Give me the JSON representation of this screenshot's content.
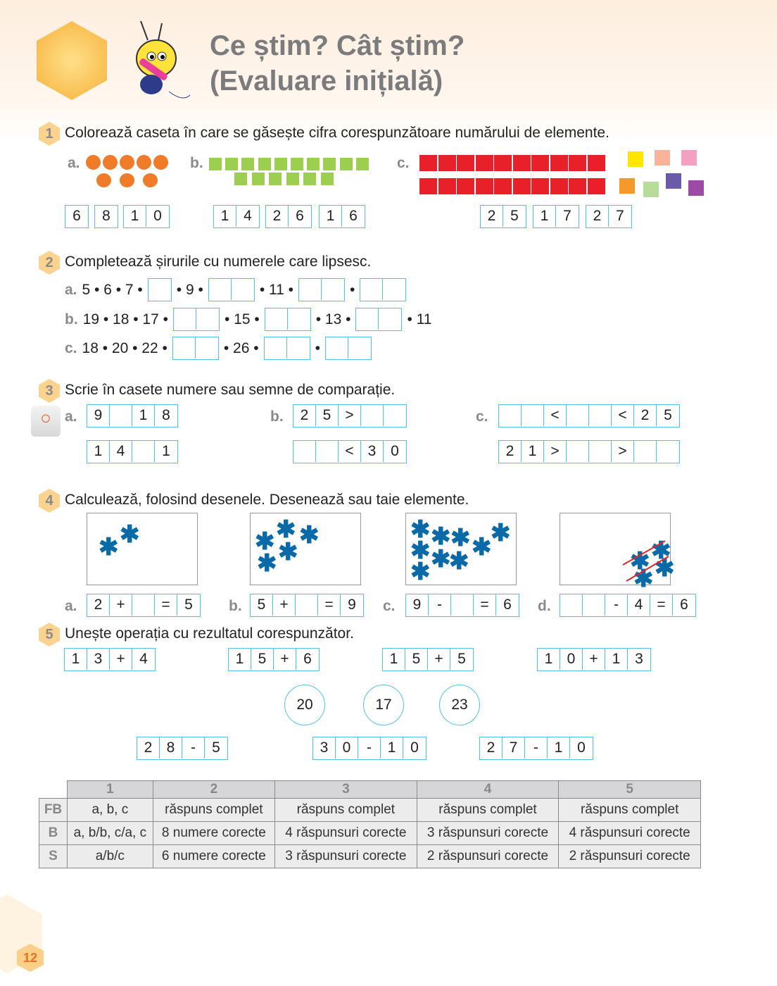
{
  "title": {
    "line1": "Ce știm? Cât știm?",
    "line2": "(Evaluare inițială)"
  },
  "page_number": "12",
  "q1": {
    "num": "1",
    "text": "Colorează caseta în care se găsește cifra corespunzătoare numărului de elemente.",
    "labels": [
      "a.",
      "b.",
      "c."
    ],
    "groups": [
      [
        "6"
      ],
      [
        "8"
      ],
      [
        "1",
        "0"
      ],
      [
        "1",
        "4"
      ],
      [
        "2",
        "6"
      ],
      [
        "1",
        "6"
      ],
      [
        "2",
        "5"
      ],
      [
        "1",
        "7"
      ],
      [
        "2",
        "7"
      ]
    ],
    "colors": {
      "dots": "#f07c2a",
      "green": "#9ccf4f",
      "red": "#e8202a"
    }
  },
  "q2": {
    "num": "2",
    "text": "Completează șirurile cu numerele care lipsesc.",
    "rows": [
      {
        "label": "a.",
        "items": [
          "5 • 6 • 7 •",
          [
            ""
          ],
          "• 9 •",
          [
            "",
            ""
          ],
          "• 11 •",
          [
            "",
            ""
          ],
          "•",
          [
            "",
            ""
          ]
        ]
      },
      {
        "label": "b.",
        "items": [
          "19 • 18 • 17 •",
          [
            "",
            ""
          ],
          "• 15 •",
          [
            "",
            ""
          ],
          "• 13 •",
          [
            "",
            ""
          ],
          "• 11"
        ]
      },
      {
        "label": "c.",
        "items": [
          "18 • 20 • 22 •",
          [
            "",
            ""
          ],
          "• 26 •",
          [
            "",
            ""
          ],
          "•",
          [
            "",
            ""
          ]
        ]
      }
    ]
  },
  "q3": {
    "num": "3",
    "text": "Scrie în casete numere sau semne de comparație.",
    "labels": [
      "a.",
      "b.",
      "c."
    ],
    "a": [
      [
        "9",
        "",
        "1",
        "8"
      ],
      [
        "1",
        "4",
        "",
        "1"
      ]
    ],
    "b": [
      [
        "2",
        "5",
        ">",
        "",
        ""
      ],
      [
        "",
        "",
        "<",
        "3",
        "0"
      ]
    ],
    "c": [
      [
        "",
        "",
        "<",
        "",
        "",
        "<",
        "2",
        "5"
      ],
      [
        "2",
        "1",
        ">",
        "",
        "",
        ">",
        "",
        ""
      ]
    ]
  },
  "q4": {
    "num": "4",
    "text": "Calculează, folosind desenele. Desenează sau taie elemente.",
    "labels": [
      "a.",
      "b.",
      "c.",
      "d."
    ],
    "a": [
      "2",
      "+",
      "",
      "=",
      "5"
    ],
    "b": [
      "5",
      "+",
      "",
      "=",
      "9"
    ],
    "c": [
      "9",
      "-",
      "",
      "=",
      "6"
    ],
    "d": [
      "",
      "",
      "-",
      "4",
      "=",
      "6"
    ]
  },
  "q5": {
    "num": "5",
    "text": "Unește operația cu rezultatul corespunzător.",
    "top": [
      [
        "1",
        "3",
        "+",
        "4"
      ],
      [
        "1",
        "5",
        "+",
        "6"
      ],
      [
        "1",
        "5",
        "+",
        "5"
      ],
      [
        "1",
        "0",
        "+",
        "1",
        "3"
      ]
    ],
    "results": [
      "20",
      "17",
      "23"
    ],
    "bottom": [
      [
        "2",
        "8",
        "-",
        "5"
      ],
      [
        "3",
        "0",
        "-",
        "1",
        "0"
      ],
      [
        "2",
        "7",
        "-",
        "1",
        "0"
      ]
    ]
  },
  "table": {
    "headers": [
      "",
      "1",
      "2",
      "3",
      "4",
      "5"
    ],
    "rows": [
      [
        "FB",
        "a, b, c",
        "răspuns complet",
        "răspuns complet",
        "răspuns complet",
        "răspuns complet"
      ],
      [
        "B",
        "a, b/b, c/a, c",
        "8 numere corecte",
        "4 răspunsuri corecte",
        "3 răspunsuri corecte",
        "4 răspunsuri corecte"
      ],
      [
        "S",
        "a/b/c",
        "6 numere corecte",
        "3 răspunsuri corecte",
        "2 răspunsuri corecte",
        "2  răspunsuri corecte"
      ]
    ]
  }
}
